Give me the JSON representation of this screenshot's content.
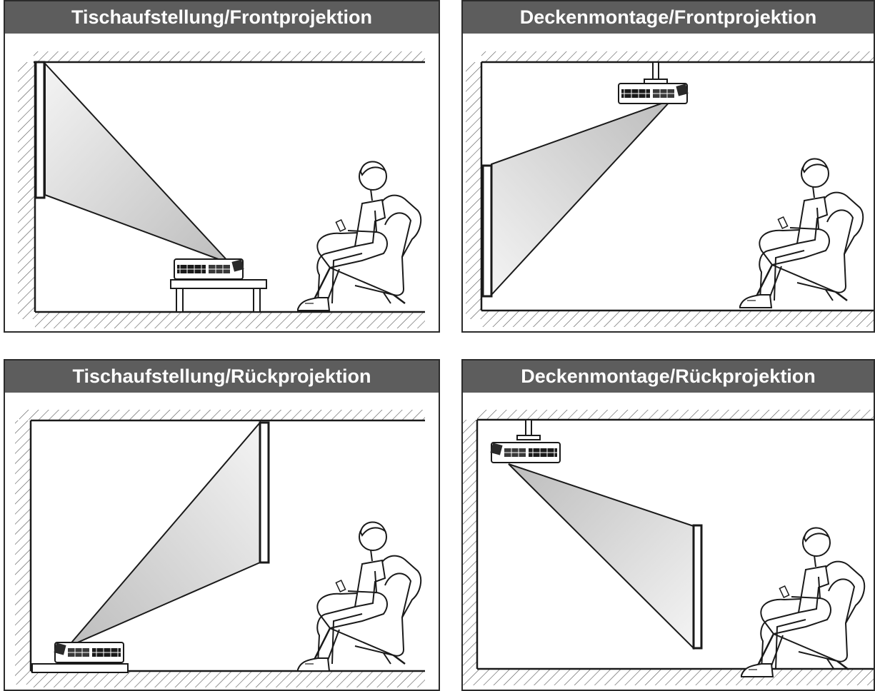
{
  "panels": [
    {
      "title": "Tischaufstellung/Frontprojektion"
    },
    {
      "title": "Deckenmontage/Frontprojektion"
    },
    {
      "title": "Tischaufstellung/Rückprojektion"
    },
    {
      "title": "Deckenmontage/Rückprojektion"
    }
  ],
  "colors": {
    "title_bar": "#5d5d5d",
    "title_text": "#ffffff",
    "line": "#1a1a1a",
    "beam": "#d8d8d8"
  }
}
